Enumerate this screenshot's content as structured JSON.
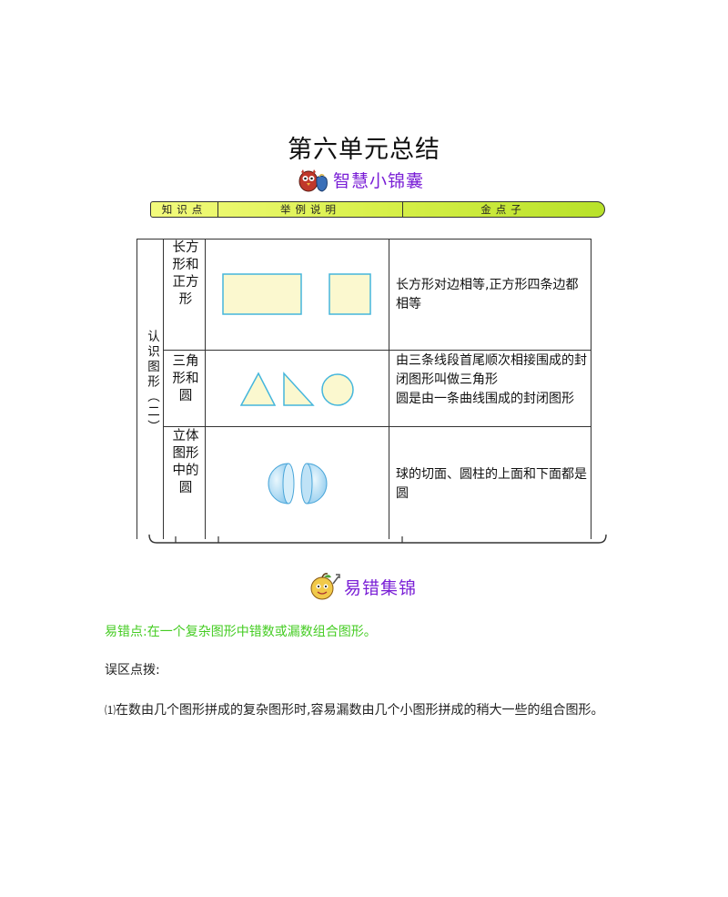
{
  "page": {
    "title": "第六单元总结"
  },
  "section1": {
    "heading": "智慧小锦囊",
    "columns": [
      "知识点",
      "举例说明",
      "金点子"
    ]
  },
  "table": {
    "category": "认识图形（二）",
    "rows": [
      {
        "name": "长方形和正方形",
        "tip": "长方形对边相等,正方形四条边都相等"
      },
      {
        "name": "三角形和圆",
        "tip": "由三条线段首尾顺次相接围成的封闭图形叫做三角形圆是由一条曲线围成的封闭图形"
      },
      {
        "name": "立体图形中的圆",
        "tip": "球的切面、圆柱的上面和下面都是圆"
      }
    ],
    "tip_line1_row2": "由三条线段首尾顺次相接围成的封闭图形叫做三角形",
    "tip_line2_row2": "圆是由一条曲线围成的封闭图形"
  },
  "section2": {
    "heading": "易错集锦",
    "error_point": "易错点:在一个复杂图形中错数或漏数组合图形。",
    "zone_title": "误区点拨:",
    "item1_prefix": "⑴",
    "item1_text": "在数由几个图形拼成的复杂图形时,容易漏数由几个小图形拼成的稍大一些的组合图形。"
  },
  "colors": {
    "heading": "#7a1fd6",
    "error_point": "#44cc22",
    "shape_fill": "#fbf8cf",
    "shape_stroke": "#45b6dc",
    "sphere": "#a8d8f3"
  },
  "icons": {
    "section1": "wise-owl-bag-icon",
    "section2": "apple-character-icon"
  }
}
